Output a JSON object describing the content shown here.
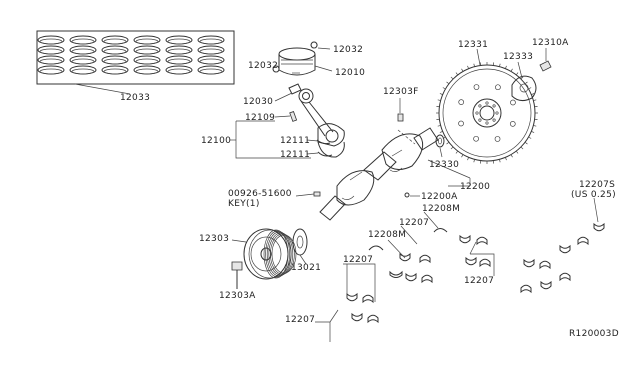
{
  "labels": {
    "piston_ring_set": "12033",
    "piston_pin_clip_right": "12032",
    "piston_pin_clip_left": "12032",
    "piston": "12010",
    "piston_pin": "12030",
    "conrod_bolt": "12109",
    "conrod_assy": "12100",
    "conrod_bearing_upper": "12111",
    "conrod_bearing_lower": "12111",
    "crank_dowel": "12303F",
    "flywheel": "12331",
    "flywheel_plate": "12333",
    "flywheel_bolt": "12310A",
    "pilot_bushing": "12330",
    "crankshaft": "12200",
    "crank_plug": "12200A",
    "key_part": "00926-51600",
    "key_note": "KEY(1)",
    "pulley": "12303",
    "pulley_bolt": "12303A",
    "crank_sprocket": "13021",
    "thrust_bearing_a": "12208M",
    "thrust_bearing_b": "12208M",
    "main_bearing_a": "12207",
    "main_bearing_b": "12207",
    "main_bearing_c": "12207",
    "main_bearing_d": "12207",
    "main_bearing_us": "12207S",
    "us_note": "(US 0.25)",
    "diagram_code": "R120003D"
  }
}
